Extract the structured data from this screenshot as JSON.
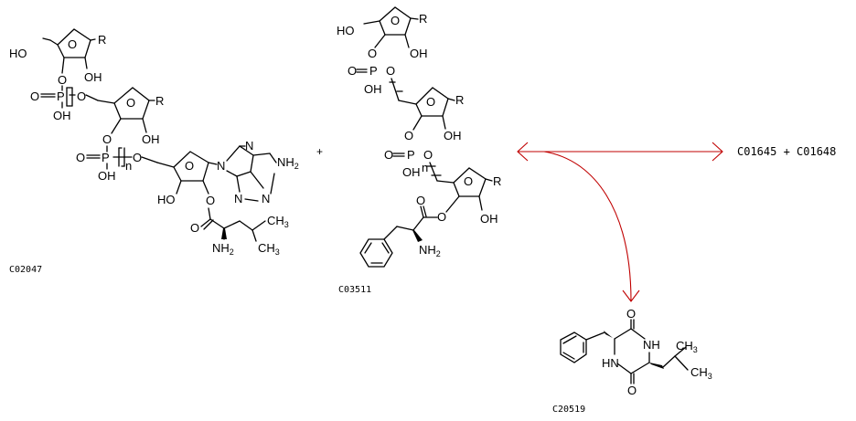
{
  "compounds": {
    "left_substrate_id": "C02047",
    "middle_substrate_id": "C03511",
    "product_id": "C20519"
  },
  "reaction": {
    "plus_sign": "+",
    "right_side": "C01645 + C01648"
  },
  "atom_labels": {
    "ho": "HO",
    "oh": "OH",
    "o": "O",
    "p": "P",
    "r": "R",
    "n": "N",
    "nh": "NH",
    "hn": "HN",
    "nh2": "NH",
    "nh2_sub": "2",
    "ch3": "CH",
    "ch3_sub": "3",
    "repeat_n": "n",
    "adenine_nh2": "NH",
    "adenine_nh2_sub": "2"
  },
  "colors": {
    "arrow": "#c00000",
    "ink": "#000000"
  }
}
